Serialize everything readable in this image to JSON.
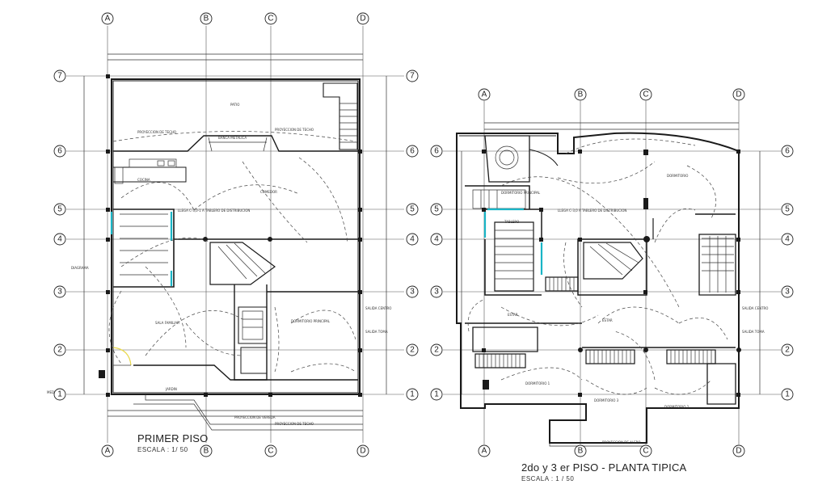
{
  "plan_left": {
    "title": "PRIMER PISO",
    "scale": "ESCALA :   1/ 50",
    "column_axes": [
      "A",
      "B",
      "C",
      "D"
    ],
    "row_axes": [
      "7",
      "6",
      "5",
      "4",
      "3",
      "2",
      "1"
    ]
  },
  "plan_right": {
    "title": "2do y 3 er  PISO - PLANTA TIPICA",
    "scale": "ESCALA :   1 / 50",
    "column_axes": [
      "A",
      "B",
      "C",
      "D"
    ],
    "row_axes": [
      "6",
      "5",
      "4",
      "3",
      "2",
      "1"
    ]
  },
  "colors": {
    "line": "#1a1a1a",
    "window_glazing": "#19b5c6",
    "door_swing_highlight": "#e8d84a"
  }
}
